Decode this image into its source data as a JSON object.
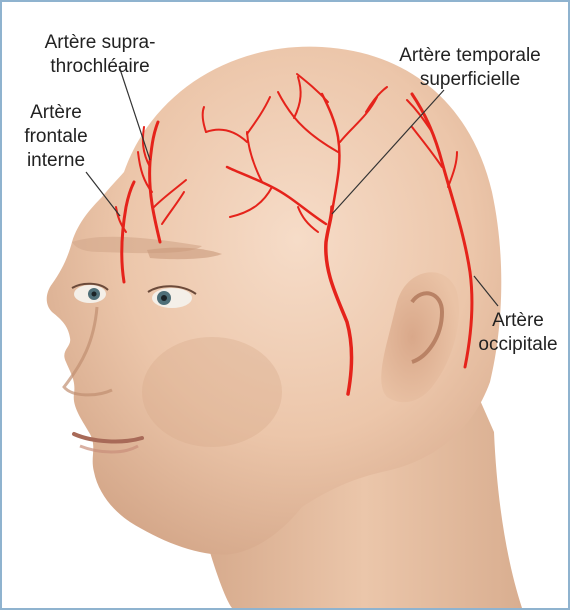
{
  "labels": {
    "supratrochlear_line1": "Artère supra-",
    "supratrochlear_line2": "throchléaire",
    "frontal_line1": "Artère",
    "frontal_line2": "frontale",
    "frontal_line3": "interne",
    "temporal_line1": "Artère temporale",
    "temporal_line2": "superficielle",
    "occipital_line1": "Artère",
    "occipital_line2": "occipitale"
  },
  "colors": {
    "artery": "#e5231b",
    "skin_light": "#f2d2bb",
    "skin_mid": "#e8bea0",
    "skin_shadow": "#c99a7c",
    "frame_border": "#8fb3cf",
    "label_text": "#222222",
    "leader_line": "#333333"
  }
}
